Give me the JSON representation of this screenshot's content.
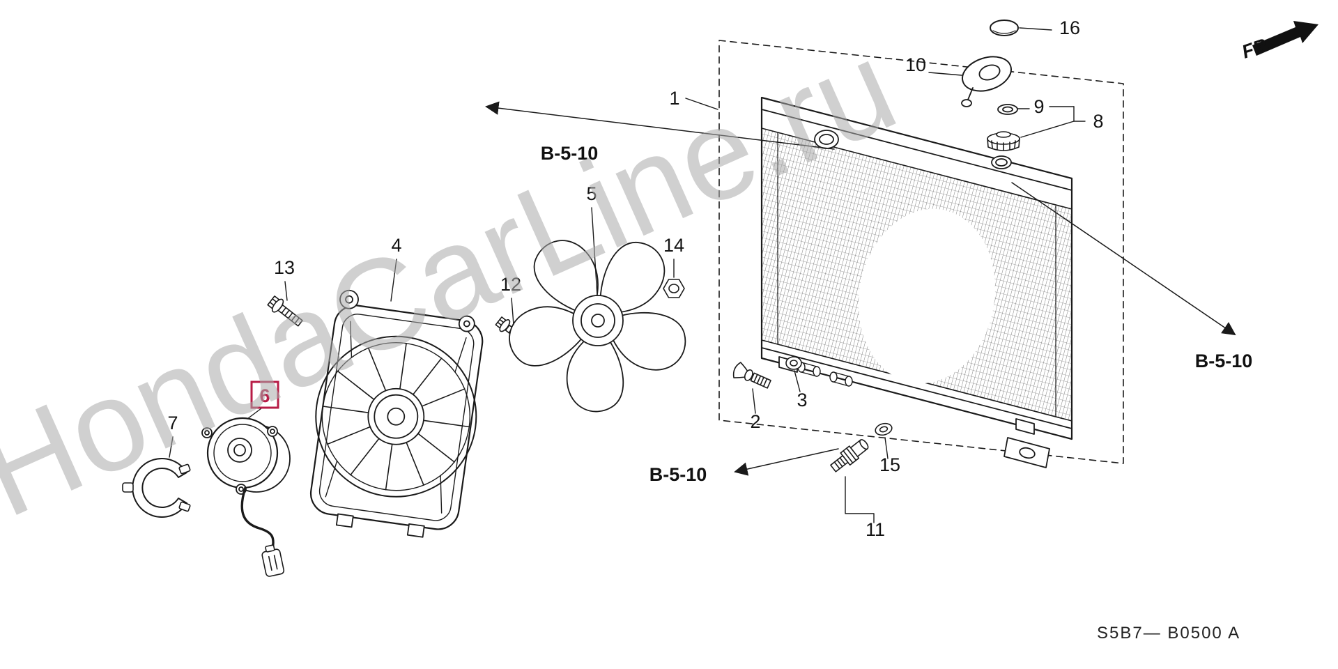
{
  "watermark": "HondaCarLine.ru",
  "orientation": {
    "fr_label": "FR."
  },
  "diagram_code": "S5B7— B0500 A",
  "reference": {
    "label": "B-5-10"
  },
  "highlight": {
    "part": "6",
    "color": "#b71c46"
  },
  "parts": {
    "1": "1",
    "2": "2",
    "3": "3",
    "4": "4",
    "5": "5",
    "6": "6",
    "7": "7",
    "8": "8",
    "9": "9",
    "10": "10",
    "11": "11",
    "12": "12",
    "13": "13",
    "14": "14",
    "15": "15",
    "16": "16"
  }
}
